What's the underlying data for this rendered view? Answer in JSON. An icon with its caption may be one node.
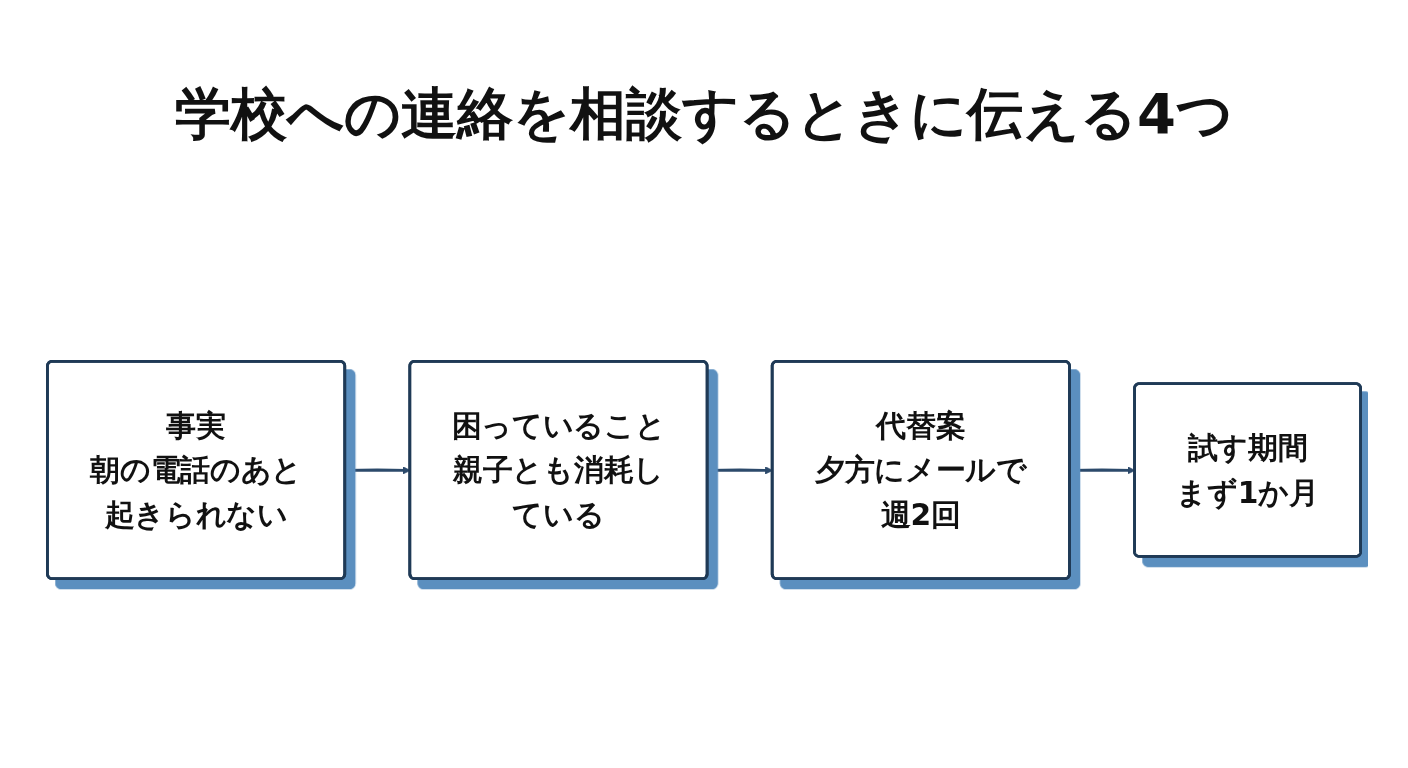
{
  "diagram": {
    "title": "学校への連絡を相談するときに伝える4つ",
    "nodes": [
      {
        "text": [
          "事実",
          "朝の電話のあと起きられない"
        ]
      },
      {
        "text": [
          "困っていること",
          "親子とも消耗している"
        ]
      },
      {
        "text": [
          "代替案",
          "夕方にメールで週2回"
        ]
      },
      {
        "text": [
          "試す期間",
          "まず1か月"
        ]
      }
    ],
    "edges": [
      {
        "from": 0,
        "to": 1,
        "arrow": "to"
      },
      {
        "from": 1,
        "to": 2,
        "arrow": "to"
      },
      {
        "from": 2,
        "to": 3,
        "arrow": "to"
      }
    ]
  }
}
